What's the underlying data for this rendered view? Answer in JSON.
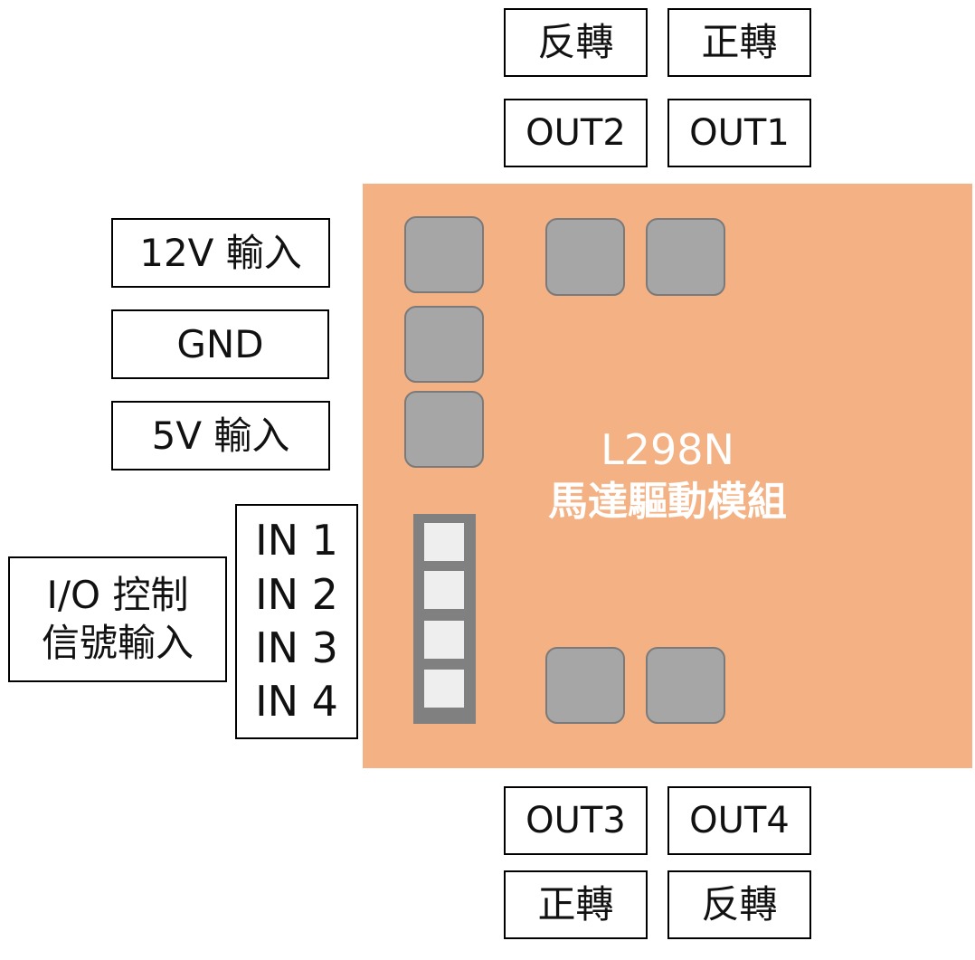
{
  "colors": {
    "board": "#f3b184",
    "pad": "#a6a6a6",
    "header": "#808080",
    "pin": "#eeeeee"
  },
  "board": {
    "name": "L298N",
    "subtitle": "馬達驅動模組"
  },
  "top_labels": {
    "direction_left": "反轉",
    "direction_right": "正轉",
    "out_left": "OUT2",
    "out_right": "OUT1"
  },
  "bottom_labels": {
    "out_left": "OUT3",
    "out_right": "OUT4",
    "direction_left": "正轉",
    "direction_right": "反轉"
  },
  "power_labels": {
    "v12": "12V 輸入",
    "gnd": "GND",
    "v5": "5V 輸入"
  },
  "io": {
    "title_line1": "I/O 控制",
    "title_line2": "信號輸入",
    "inputs": [
      "IN 1",
      "IN 2",
      "IN 3",
      "IN 4"
    ]
  }
}
